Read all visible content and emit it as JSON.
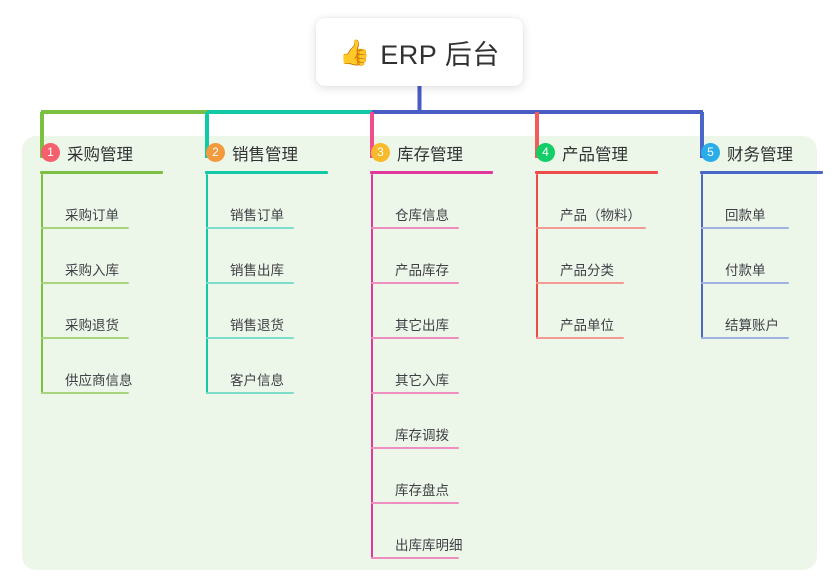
{
  "root": {
    "icon": "thumbs-up-icon",
    "emoji": "👍",
    "title": "ERP 后台"
  },
  "palette": {
    "panel_bg": "#EDF7E9",
    "page_bg": "#FFFFFF",
    "text": "#303133",
    "trunk": "#4A5BC4",
    "bar_segment_1": "#7CC043",
    "bar_segment_2": "#12C9A6",
    "bar_segment_3": "#4A5BC4"
  },
  "columns": [
    {
      "index": "1",
      "title": "采购管理",
      "badge_color": "#F4606C",
      "line_color": "#7CC043",
      "item_line_color": "#A8D47F",
      "drop_color": "#7CC043",
      "items": [
        "采购订单",
        "采购入库",
        "采购退货",
        "供应商信息"
      ]
    },
    {
      "index": "2",
      "title": "销售管理",
      "badge_color": "#F29A3C",
      "line_color": "#12C9A6",
      "item_line_color": "#7EDCCB",
      "drop_color": "#12C9A6",
      "items": [
        "销售订单",
        "销售出库",
        "销售退货",
        "客户信息"
      ]
    },
    {
      "index": "3",
      "title": "库存管理",
      "badge_color": "#F7BA2A",
      "line_color": "#E0399B",
      "item_line_color": "#EE8DC0",
      "drop_color": "#EE4C8E",
      "items": [
        "仓库信息",
        "产品库存",
        "其它出库",
        "其它入库",
        "库存调拨",
        "库存盘点",
        "出库库明细"
      ]
    },
    {
      "index": "4",
      "title": "产品管理",
      "badge_color": "#13CE66",
      "line_color": "#EE4B4B",
      "item_line_color": "#F49A95",
      "drop_color": "#F15C5C",
      "items": [
        "产品（物料）",
        "产品分类",
        "产品单位"
      ]
    },
    {
      "index": "5",
      "title": "财务管理",
      "badge_color": "#2BAEE8",
      "line_color": "#4A67C8",
      "item_line_color": "#9FB2E2",
      "drop_color": "#4A67C8",
      "items": [
        "回款单",
        "付款单",
        "结算账户"
      ]
    }
  ]
}
